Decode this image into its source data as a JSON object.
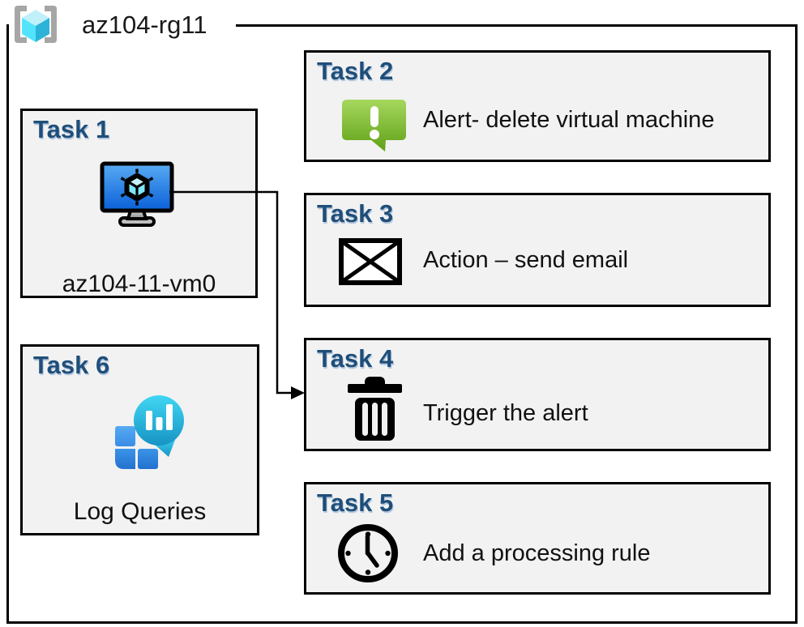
{
  "diagram": {
    "type": "azure-lab-architecture",
    "resource_group": {
      "name": "az104-rg11",
      "icon": "resource-group-icon"
    },
    "tasks": [
      {
        "title": "Task 1",
        "label": "az104-11-vm0",
        "icon": "virtual-machine-icon"
      },
      {
        "title": "Task 2",
        "label": "Alert- delete virtual machine",
        "icon": "alert-message-icon"
      },
      {
        "title": "Task 3",
        "label": "Action – send email",
        "icon": "email-envelope-icon"
      },
      {
        "title": "Task 4",
        "label": "Trigger the alert",
        "icon": "trash-delete-icon"
      },
      {
        "title": "Task 5",
        "label": "Add a processing rule",
        "icon": "clock-icon"
      },
      {
        "title": "Task 6",
        "label": "Log Queries",
        "icon": "log-analytics-icon"
      }
    ],
    "connector": {
      "from": "Task 1",
      "to": "Task 4",
      "style": "elbow-arrow"
    },
    "colors": {
      "task_heading_blue": "#1F4E79",
      "box_fill_gray": "#F2F2F2",
      "border_black": "#000000",
      "vm_screen_blue": "#1470DB",
      "alert_green": "#6EAC23",
      "log_teal": "#29BEE0",
      "log_blue": "#2E84DD",
      "rg_cube_cyan": "#50E6FF",
      "rg_bracket_gray": "#A6A6A6"
    }
  }
}
